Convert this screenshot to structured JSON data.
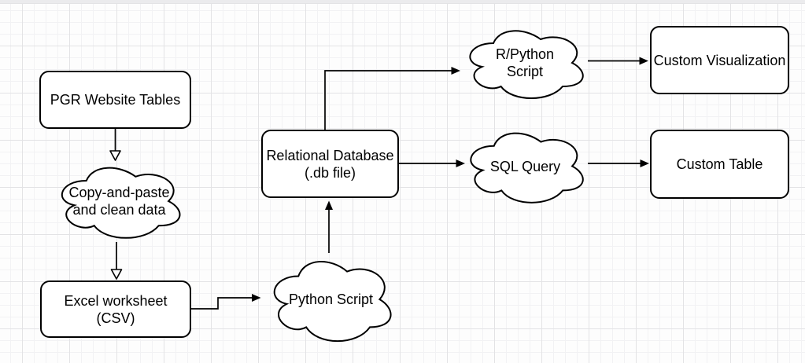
{
  "diagram": {
    "description": "Flowchart of a data pipeline drawn on a light grid canvas",
    "colors": {
      "stroke": "#000000",
      "shape_fill": "#ffffff",
      "background": "#fdfdfd",
      "grid_minor": "#f2f2f4",
      "grid_major": "#e3e3e5"
    },
    "nodes": {
      "pgr_website_tables": {
        "label": "PGR Website Tables",
        "shape": "rounded-rectangle"
      },
      "copy_and_paste": {
        "label": "Copy-and-paste\nand clean data",
        "shape": "cloud"
      },
      "excel_worksheet": {
        "label": "Excel worksheet\n(CSV)",
        "shape": "rounded-rectangle"
      },
      "python_script": {
        "label": "Python Script",
        "shape": "cloud"
      },
      "relational_database": {
        "label": "Relational Database\n(.db file)",
        "shape": "rounded-rectangle"
      },
      "r_python_script": {
        "label": "R/Python\nScript",
        "shape": "cloud"
      },
      "sql_query": {
        "label": "SQL Query",
        "shape": "cloud"
      },
      "custom_visualization": {
        "label": "Custom Visualization",
        "shape": "rounded-rectangle"
      },
      "custom_table": {
        "label": "Custom Table",
        "shape": "rounded-rectangle"
      }
    },
    "edges": [
      {
        "from": "pgr_website_tables",
        "to": "copy_and_paste",
        "arrowhead": "open",
        "direction": "down"
      },
      {
        "from": "copy_and_paste",
        "to": "excel_worksheet",
        "arrowhead": "open",
        "direction": "down"
      },
      {
        "from": "excel_worksheet",
        "to": "python_script",
        "arrowhead": "solid",
        "direction": "right"
      },
      {
        "from": "python_script",
        "to": "relational_database",
        "arrowhead": "solid",
        "direction": "up"
      },
      {
        "from": "relational_database",
        "to": "r_python_script",
        "arrowhead": "solid",
        "direction": "up-right"
      },
      {
        "from": "relational_database",
        "to": "sql_query",
        "arrowhead": "solid",
        "direction": "right"
      },
      {
        "from": "r_python_script",
        "to": "custom_visualization",
        "arrowhead": "solid",
        "direction": "right"
      },
      {
        "from": "sql_query",
        "to": "custom_table",
        "arrowhead": "solid",
        "direction": "right"
      }
    ]
  }
}
